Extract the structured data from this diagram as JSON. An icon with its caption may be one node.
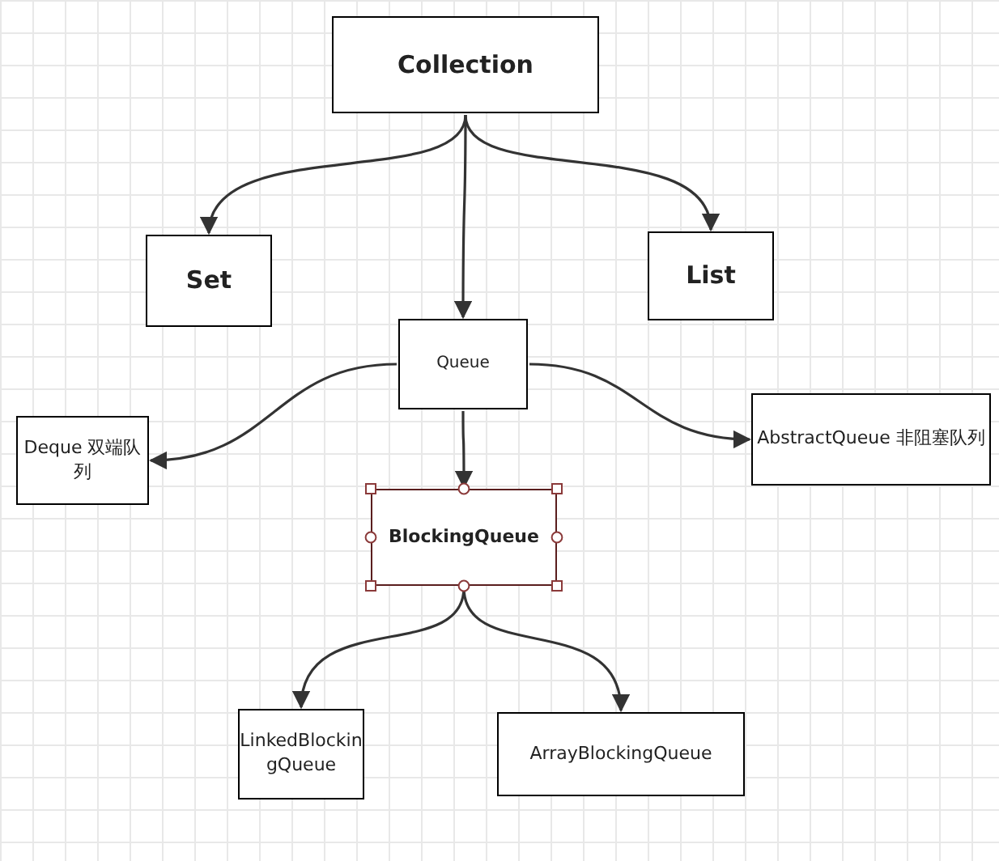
{
  "diagram": {
    "nodes": [
      {
        "text": [
          "Collection"
        ]
      },
      {
        "text": [
          "Set"
        ]
      },
      {
        "text": [
          "List"
        ]
      },
      {
        "text": [
          "Queue"
        ]
      },
      {
        "text": [
          "Deque 双端队列"
        ]
      },
      {
        "text": [
          "AbstractQueue 非阻塞队列"
        ]
      },
      {
        "text": [
          "BlockingQueue"
        ]
      },
      {
        "text": [
          "LinkedBlockingQueue"
        ]
      },
      {
        "text": [
          "ArrayBlockingQueue"
        ]
      }
    ],
    "edges": [
      {
        "from": 0,
        "to": 1,
        "arrow": "to"
      },
      {
        "from": 0,
        "to": 2,
        "arrow": "to"
      },
      {
        "from": 0,
        "to": 3,
        "arrow": "to"
      },
      {
        "from": 3,
        "to": 4,
        "arrow": "to"
      },
      {
        "from": 3,
        "to": 5,
        "arrow": "to"
      },
      {
        "from": 3,
        "to": 6,
        "arrow": "to"
      },
      {
        "from": 6,
        "to": 7,
        "arrow": "to"
      },
      {
        "from": 6,
        "to": 8,
        "arrow": "to"
      }
    ]
  }
}
